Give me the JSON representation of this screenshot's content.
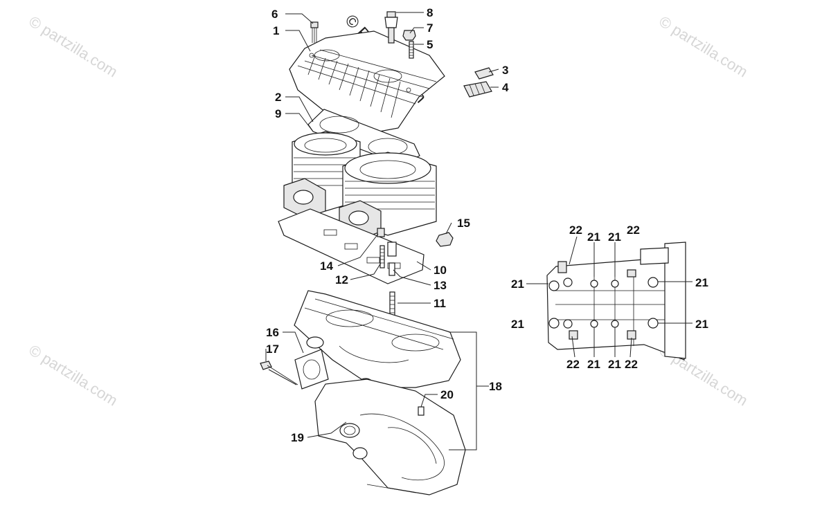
{
  "watermarks": {
    "brand": "© partzilla.com",
    "center": "© Partzilla.com"
  },
  "callouts": {
    "c1": "1",
    "c2": "2",
    "c3": "3",
    "c4": "4",
    "c5": "5",
    "c6": "6",
    "c7": "7",
    "c8": "8",
    "c9": "9",
    "c10": "10",
    "c11": "11",
    "c12": "12",
    "c13": "13",
    "c14": "14",
    "c15": "15",
    "c16": "16",
    "c17": "17",
    "c18": "18",
    "c19": "19",
    "c20": "20",
    "c21": "21",
    "c22": "22"
  }
}
